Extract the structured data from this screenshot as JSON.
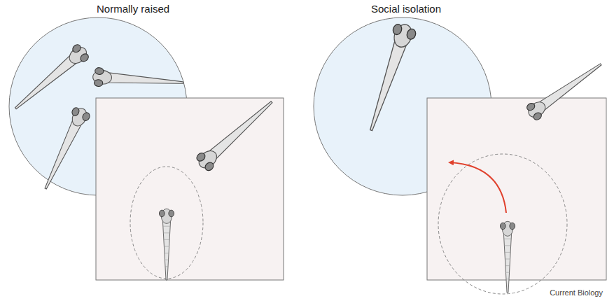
{
  "diagram": {
    "labels": [
      "Normally raised",
      "Social isolation",
      "Current Biology"
    ]
  }
}
